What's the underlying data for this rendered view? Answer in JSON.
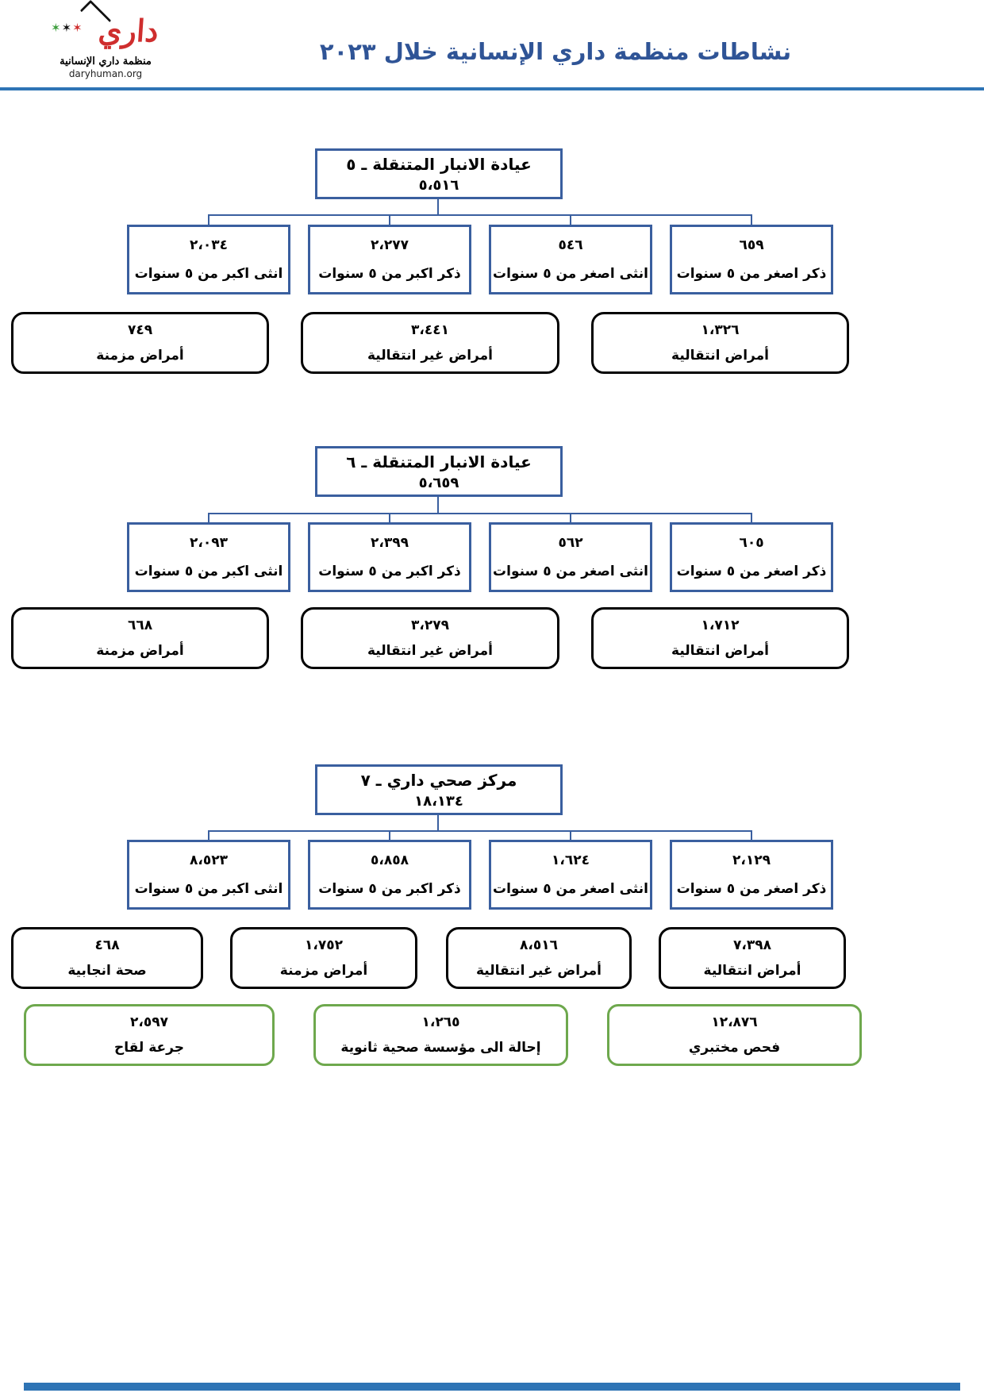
{
  "header": {
    "title": "نشاطات منظمة داري الإنسانية خلال ٢٠٢٣",
    "logo": {
      "brand": "داري",
      "org": "منظمة داري الإنسانية",
      "site": "daryhuman.org",
      "figures": "✶✶✶"
    }
  },
  "colors": {
    "title_blue": "#2F5496",
    "rule_blue": "#2E74B5",
    "box_blue": "#3A5F9F",
    "box_green": "#6EA84D",
    "box_black": "#000000",
    "logo_red": "#CF2E2E"
  },
  "trees": [
    {
      "root": {
        "title": "عيادة الانبار المتنقلة ـ ٥",
        "total": "٥،٥١٦"
      },
      "children": [
        {
          "value": "٢،٠٣٤",
          "label": "انثى اكبر من ٥ سنوات"
        },
        {
          "value": "٢،٢٧٧",
          "label": "ذكر اكبر من ٥ سنوات"
        },
        {
          "value": "٥٤٦",
          "label": "انثى اصغر من ٥ سنوات"
        },
        {
          "value": "٦٥٩",
          "label": "ذكر اصغر من ٥ سنوات"
        }
      ],
      "diseases": [
        {
          "value": "٧٤٩",
          "label": "أمراض مزمنة"
        },
        {
          "value": "٣،٤٤١",
          "label": "أمراض غير انتقالية"
        },
        {
          "value": "١،٣٢٦",
          "label": "أمراض انتقالية"
        }
      ]
    },
    {
      "root": {
        "title": "عيادة الانبار المتنقلة ـ ٦",
        "total": "٥،٦٥٩"
      },
      "children": [
        {
          "value": "٢،٠٩٣",
          "label": "انثى اكبر من ٥ سنوات"
        },
        {
          "value": "٢،٣٩٩",
          "label": "ذكر اكبر من ٥ سنوات"
        },
        {
          "value": "٥٦٢",
          "label": "انثى اصغر من ٥ سنوات"
        },
        {
          "value": "٦٠٥",
          "label": "ذكر اصغر من ٥ سنوات"
        }
      ],
      "diseases": [
        {
          "value": "٦٦٨",
          "label": "أمراض مزمنة"
        },
        {
          "value": "٣،٢٧٩",
          "label": "أمراض غير انتقالية"
        },
        {
          "value": "١،٧١٢",
          "label": "أمراض انتقالية"
        }
      ]
    },
    {
      "root": {
        "title": "مركز صحي داري ـ ٧",
        "total": "١٨،١٣٤"
      },
      "children": [
        {
          "value": "٨،٥٢٣",
          "label": "انثى اكبر من ٥ سنوات"
        },
        {
          "value": "٥،٨٥٨",
          "label": "ذكر اكبر من ٥ سنوات"
        },
        {
          "value": "١،٦٢٤",
          "label": "انثى اصغر من ٥ سنوات"
        },
        {
          "value": "٢،١٢٩",
          "label": "ذكر اصغر من ٥ سنوات"
        }
      ],
      "diseases": [
        {
          "value": "٤٦٨",
          "label": "صحة انجابية"
        },
        {
          "value": "١،٧٥٢",
          "label": "أمراض مزمنة"
        },
        {
          "value": "٨،٥١٦",
          "label": "أمراض غير انتقالية"
        },
        {
          "value": "٧،٣٩٨",
          "label": "أمراض انتقالية"
        }
      ],
      "services": [
        {
          "value": "٢،٥٩٧",
          "label": "جرعة لقاح"
        },
        {
          "value": "١،٢٦٥",
          "label": "إحالة الى مؤسسة صحية ثانوية"
        },
        {
          "value": "١٢،٨٧٦",
          "label": "فحص مختبري"
        }
      ]
    }
  ]
}
